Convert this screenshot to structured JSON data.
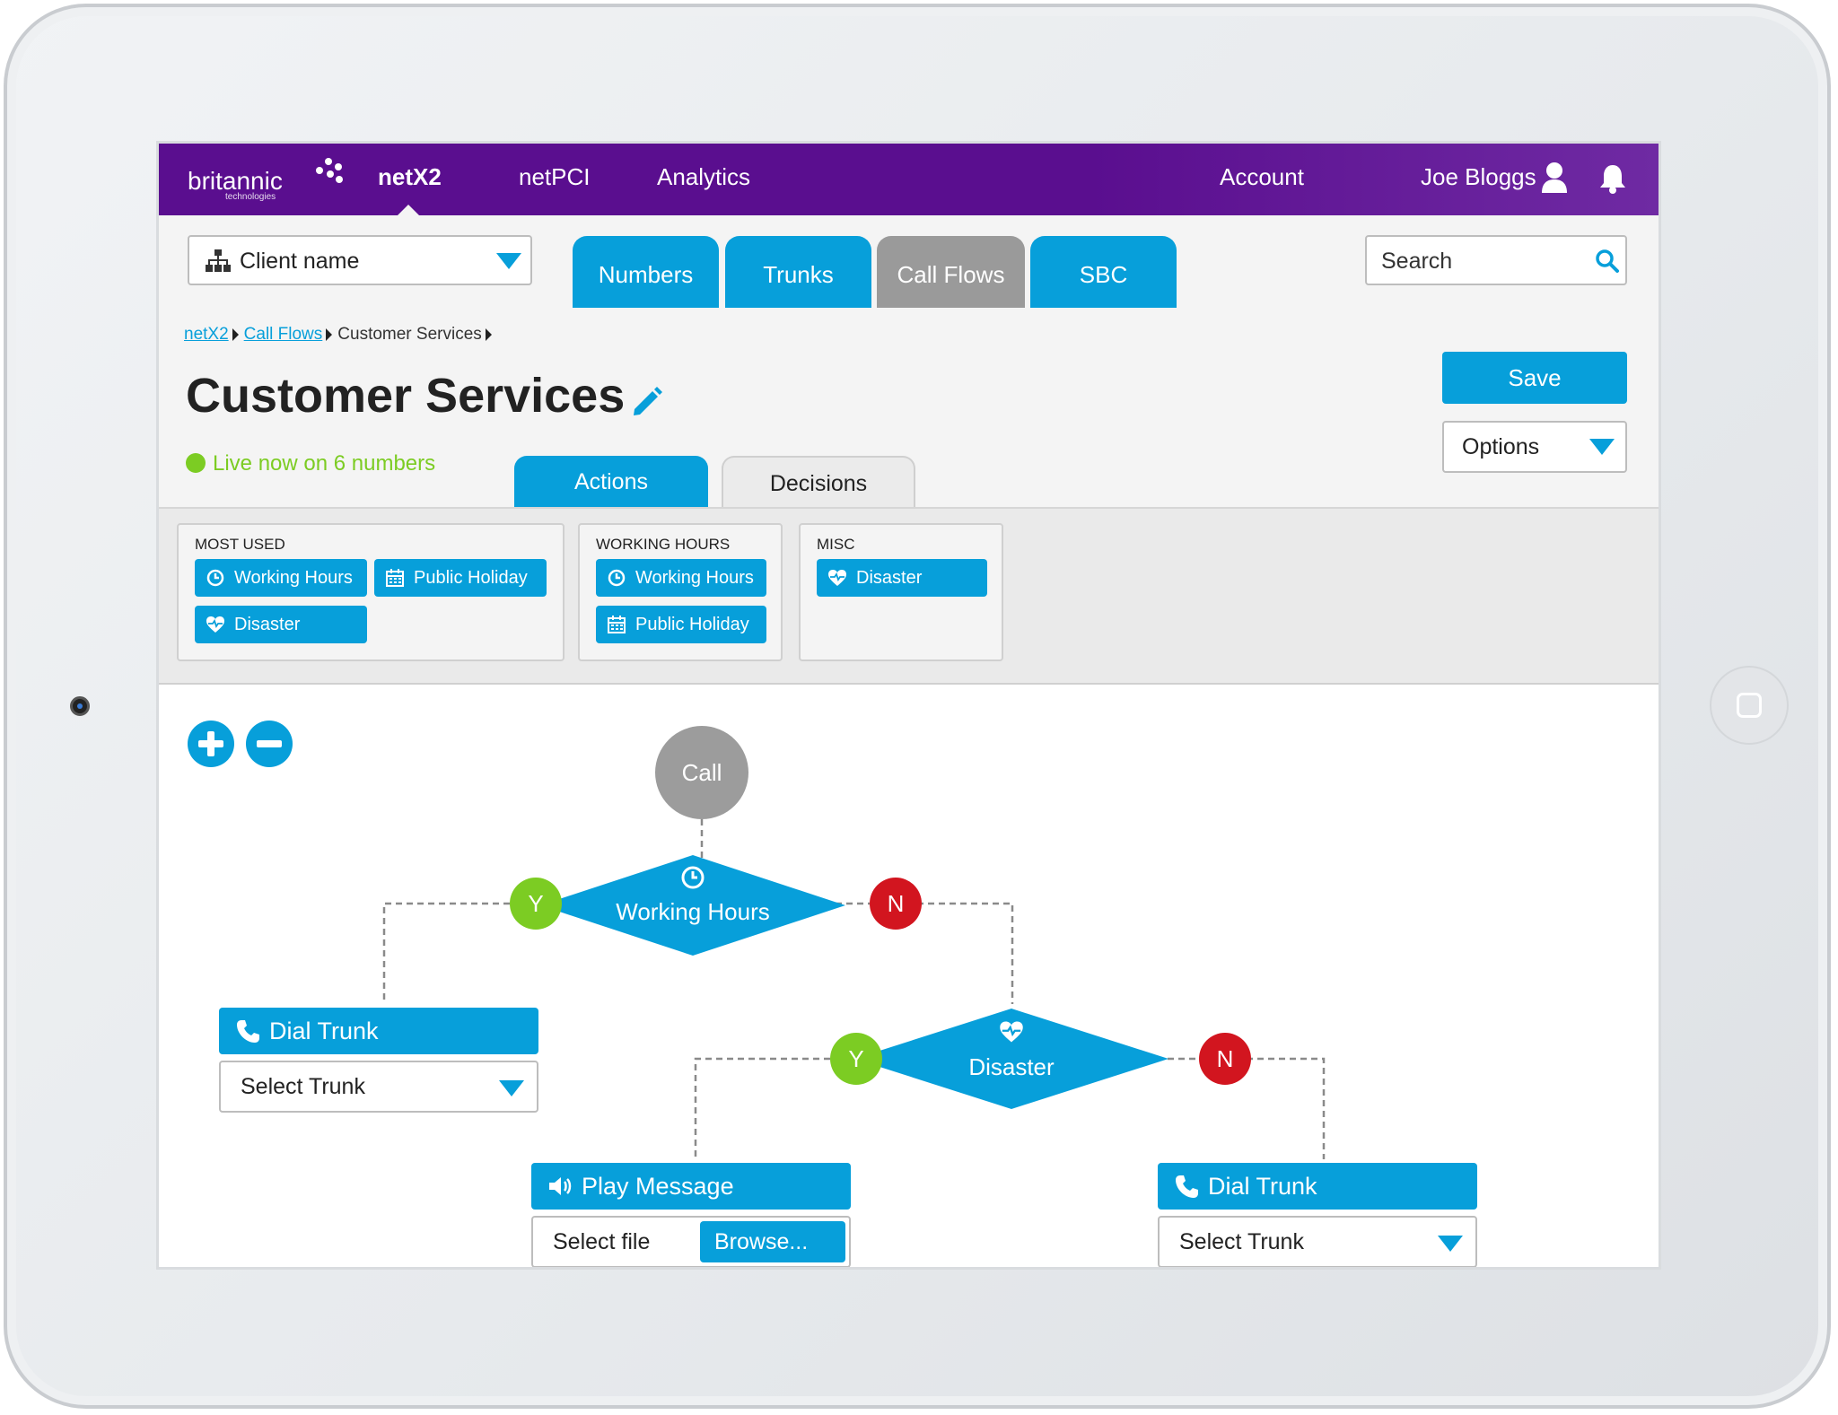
{
  "brand": {
    "name": "britannic",
    "tagline": "technologies"
  },
  "nav": {
    "items": [
      {
        "label": "netX2",
        "active": true
      },
      {
        "label": "netPCI",
        "active": false
      },
      {
        "label": "Analytics",
        "active": false
      }
    ],
    "account_label": "Account",
    "user_name": "Joe Bloggs"
  },
  "toolbar": {
    "client_select": {
      "value": "Client name"
    },
    "tabs": [
      {
        "label": "Numbers",
        "selected": false
      },
      {
        "label": "Trunks",
        "selected": false
      },
      {
        "label": "Call Flows",
        "selected": true
      },
      {
        "label": "SBC",
        "selected": false
      }
    ],
    "search_placeholder": "Search"
  },
  "breadcrumb": {
    "items": [
      "netX2",
      "Call Flows",
      "Customer Services"
    ]
  },
  "page": {
    "title": "Customer Services",
    "status": "Live now on 6 numbers",
    "save_label": "Save",
    "options_label": "Options"
  },
  "subtabs": [
    {
      "label": "Actions",
      "selected": true
    },
    {
      "label": "Decisions",
      "selected": false
    }
  ],
  "palette": {
    "groups": [
      {
        "title": "MOST USED",
        "items": [
          "Working Hours",
          "Public Holiday",
          "Disaster"
        ]
      },
      {
        "title": "WORKING HOURS",
        "items": [
          "Working Hours",
          "Public Holiday"
        ]
      },
      {
        "title": "MISC",
        "items": [
          "Disaster"
        ]
      }
    ]
  },
  "flow": {
    "start_label": "Call",
    "decision1": {
      "label": "Working Hours",
      "yes": "Y",
      "no": "N"
    },
    "decision2": {
      "label": "Disaster",
      "yes": "Y",
      "no": "N"
    },
    "dial_trunk_left": {
      "title": "Dial Trunk",
      "field": "Select Trunk"
    },
    "play_message": {
      "title": "Play Message",
      "field": "Select file",
      "browse": "Browse..."
    },
    "dial_trunk_right": {
      "title": "Dial Trunk",
      "field": "Select Trunk"
    }
  },
  "colors": {
    "brand_purple": "#5a0e8f",
    "accent_blue": "#079fda",
    "yes_green": "#7ccc23",
    "no_red": "#d2151f",
    "node_grey": "#9c9c9c"
  }
}
